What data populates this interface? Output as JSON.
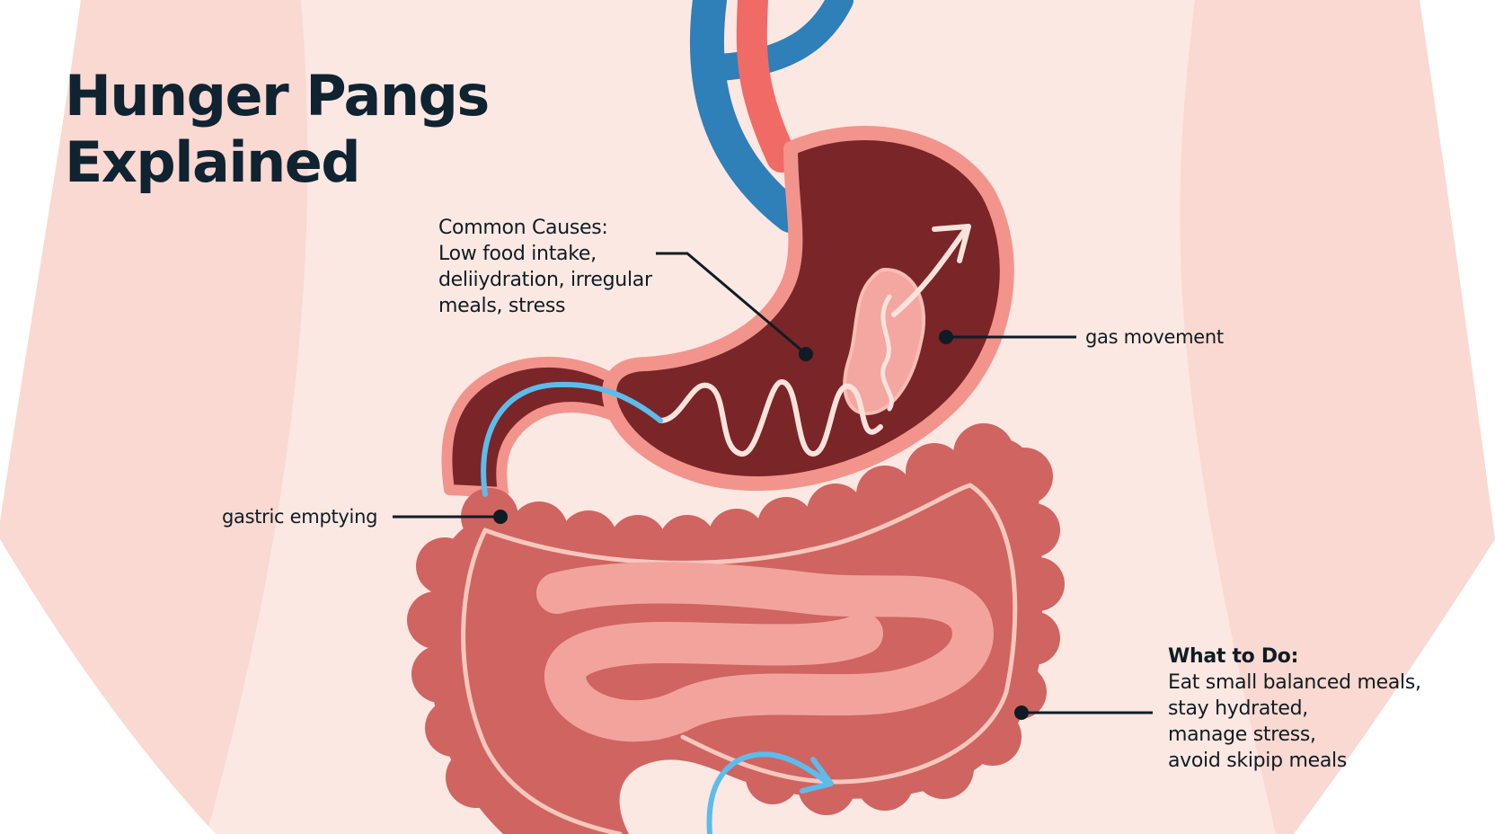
{
  "title": {
    "line1": "Hunger Pangs",
    "line2": "Explained"
  },
  "callouts": {
    "causes": {
      "heading": "Common Causes:",
      "lines": [
        "Low food intake,",
        "deliiydration, irregular",
        "meals, stress"
      ]
    },
    "gas": {
      "label": "gas movement"
    },
    "emptying": {
      "label": "gastric emptying"
    },
    "todo": {
      "heading": "What to Do:",
      "lines": [
        "Eat small balanced meals,",
        "stay hydrated,",
        "manage stress,",
        "avoid skipip meals"
      ]
    }
  },
  "colors": {
    "background": "#ffffff",
    "body_skin": "#f9d9d1",
    "body_light": "#fce8e2",
    "stomach_dark": "#7a2528",
    "stomach_outline": "#f2948c",
    "large_intestine": "#cf6461",
    "small_intestine": "#f2a49c",
    "vein_blue": "#2f7fb8",
    "artery_red": "#f06a66",
    "flow_arrow": "#5cbcec",
    "leader_line": "#0f1c24",
    "title_text": "#0f2331"
  }
}
